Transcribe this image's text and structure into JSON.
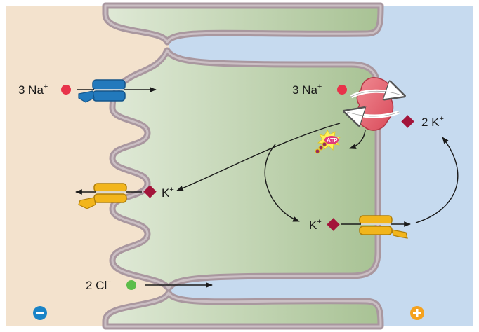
{
  "colors": {
    "lumen": "#f3e2cd",
    "interstitium": "#c6daef",
    "cell_light": "#d9e6cf",
    "cell_dark": "#a8c294",
    "membrane": "#a9979f",
    "membrane_inner": "#c9bcc2",
    "na_ion": "#e8334a",
    "k_ion": "#a3143a",
    "cl_ion": "#5cbd4a",
    "channel_blue": "#2279bc",
    "channel_yellow": "#f2b51c",
    "pump": "#e8606c",
    "atp_badge": "#e23a7b",
    "atp_burst": "#fff25a",
    "sign_bg": "#1a84c7",
    "sign_plus_bg": "#f5a21f"
  },
  "labels": {
    "na_left": {
      "main": "3 Na",
      "sup": "+"
    },
    "na_pump": {
      "main": "3 Na",
      "sup": "+"
    },
    "k_pump": {
      "main": "2 K",
      "sup": "+"
    },
    "k_left": {
      "main": "K",
      "sup": "+"
    },
    "k_right": {
      "main": "K",
      "sup": "+"
    },
    "cl": {
      "main": "2 Cl",
      "sup": "−"
    },
    "atp": "ATP"
  },
  "icons": {
    "minus_sign": "minus-circle-icon",
    "plus_sign": "plus-circle-icon"
  }
}
